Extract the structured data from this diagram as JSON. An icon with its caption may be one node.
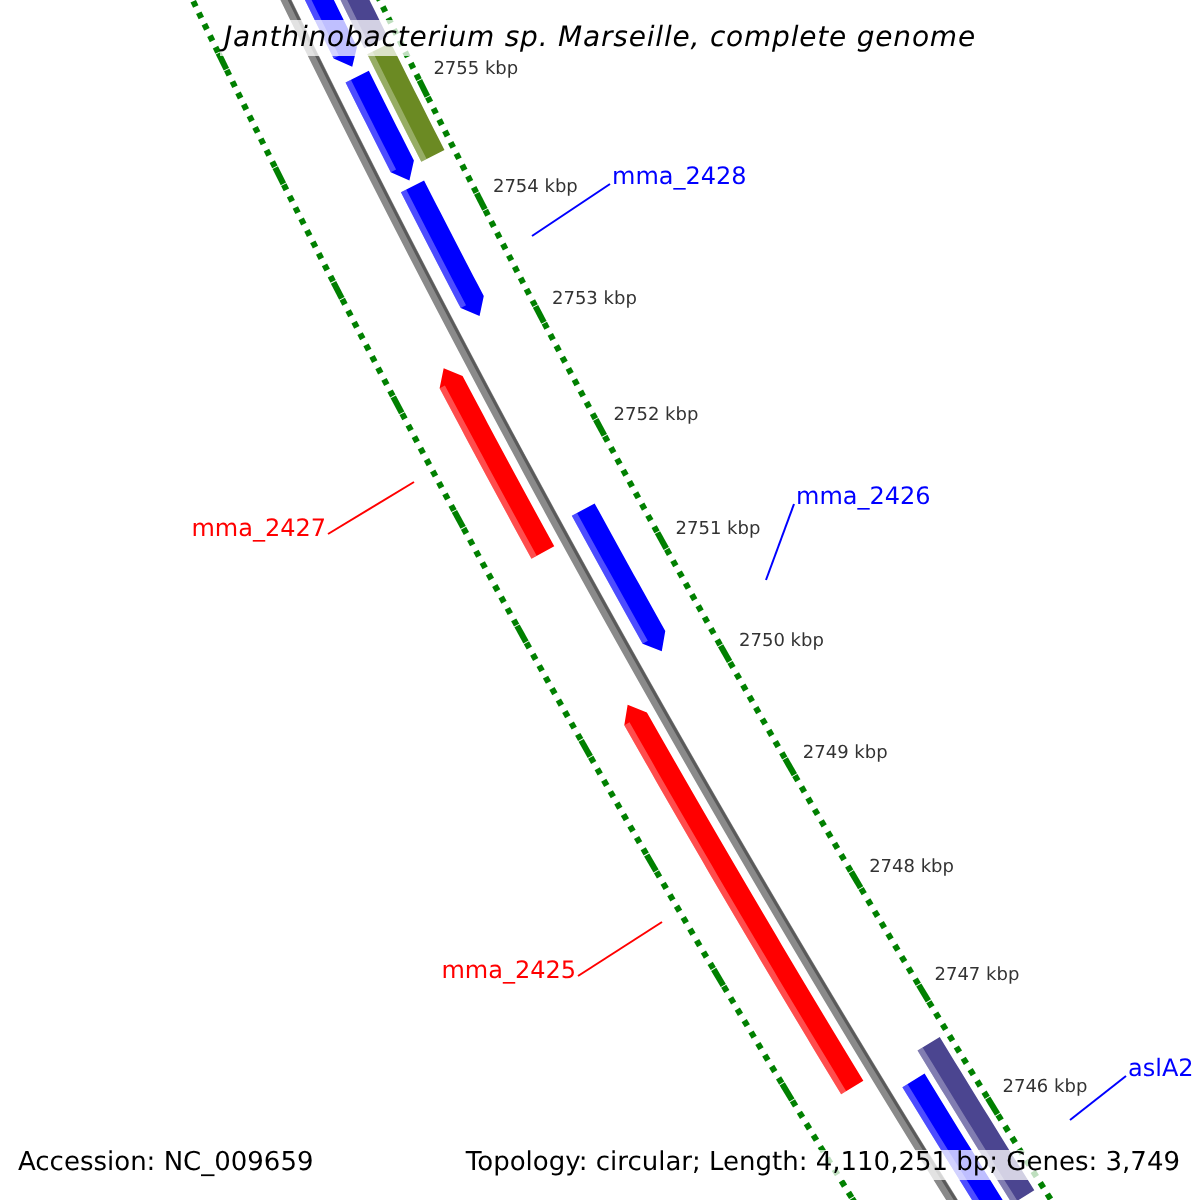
{
  "diagram": {
    "title": "Janthinobacterium sp. Marseille, complete genome",
    "nodes": [
      {
        "text": [
          "mma_2428"
        ]
      },
      {
        "text": [
          "mma_2427"
        ]
      },
      {
        "text": [
          "mma_2426"
        ]
      },
      {
        "text": [
          "mma_2425"
        ]
      },
      {
        "text": [
          "aslA2"
        ]
      }
    ],
    "edges": [
      {
        "from": 0,
        "to": null,
        "arrow": "none"
      },
      {
        "from": 1,
        "to": null,
        "arrow": "none",
        "color": "#ff0000"
      },
      {
        "from": 2,
        "to": null,
        "arrow": "none"
      },
      {
        "from": 3,
        "to": null,
        "arrow": "none",
        "color": "#ff0000"
      },
      {
        "from": 4,
        "to": null,
        "arrow": "none"
      }
    ],
    "labels": [
      "2755 kbp",
      "2754 kbp",
      "2753 kbp",
      "2752 kbp",
      "2751 kbp",
      "2750 kbp",
      "2749 kbp",
      "2748 kbp",
      "2747 kbp",
      "2746 kbp",
      "Accession: NC_009659",
      "Topology: circular; Length: 4,110,251 bp; Genes: 3,749"
    ]
  }
}
